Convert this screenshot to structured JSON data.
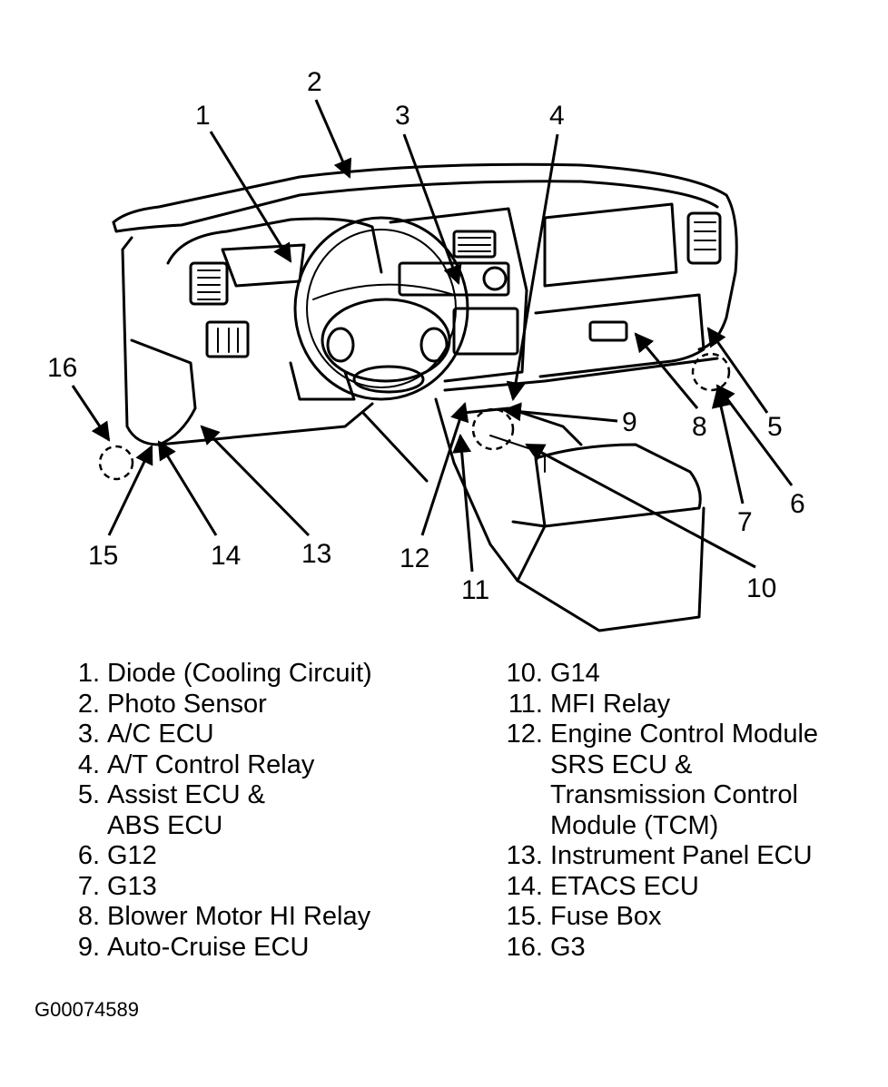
{
  "callouts": [
    "1",
    "2",
    "3",
    "4",
    "5",
    "6",
    "7",
    "8",
    "9",
    "10",
    "11",
    "12",
    "13",
    "14",
    "15",
    "16"
  ],
  "legend_left": [
    {
      "num": "1.",
      "lines": [
        "Diode (Cooling Circuit)"
      ]
    },
    {
      "num": "2.",
      "lines": [
        "Photo Sensor"
      ]
    },
    {
      "num": "3.",
      "lines": [
        "A/C ECU"
      ]
    },
    {
      "num": "4.",
      "lines": [
        "A/T Control Relay"
      ]
    },
    {
      "num": "5.",
      "lines": [
        "Assist ECU &",
        "ABS ECU"
      ]
    },
    {
      "num": "6.",
      "lines": [
        "G12"
      ]
    },
    {
      "num": "7.",
      "lines": [
        "G13"
      ]
    },
    {
      "num": "8.",
      "lines": [
        "Blower Motor HI Relay"
      ]
    },
    {
      "num": "9.",
      "lines": [
        "Auto-Cruise ECU"
      ]
    }
  ],
  "legend_right": [
    {
      "num": "10.",
      "lines": [
        "G14"
      ]
    },
    {
      "num": "11.",
      "lines": [
        "MFI Relay"
      ]
    },
    {
      "num": "12.",
      "lines": [
        "Engine Control Module",
        "SRS ECU &",
        "Transmission Control",
        "Module (TCM)"
      ]
    },
    {
      "num": "13.",
      "lines": [
        "Instrument Panel ECU"
      ]
    },
    {
      "num": "14.",
      "lines": [
        "ETACS ECU"
      ]
    },
    {
      "num": "15.",
      "lines": [
        "Fuse Box"
      ]
    },
    {
      "num": "16.",
      "lines": [
        "G3"
      ]
    }
  ],
  "figure_id": "G00074589"
}
